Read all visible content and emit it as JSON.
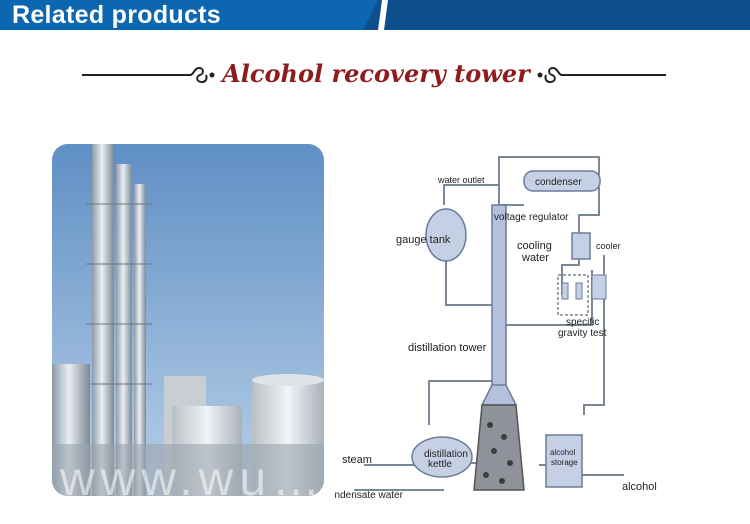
{
  "header": {
    "title": "Related products"
  },
  "section": {
    "title": "Alcohol recovery tower"
  },
  "diagram": {
    "labels": {
      "water_outlet": "water outlet",
      "condenser": "condenser",
      "voltage_regulator": "voltage regulator",
      "gauge_tank": "gauge tank",
      "cooling": "cooling",
      "water": "water",
      "cooler": "cooler",
      "specific": "specific",
      "gravity_test": "gravity test",
      "distillation_tower": "distillation tower",
      "steam": "steam",
      "distillation": "distillation",
      "kettle": "kettle",
      "alcohol_storage_1": "alcohol",
      "alcohol_storage_2": "storage",
      "alcohol": "alcohol",
      "condensate_water": "condensate water"
    }
  },
  "watermark": {
    "text": "www.wu…"
  }
}
